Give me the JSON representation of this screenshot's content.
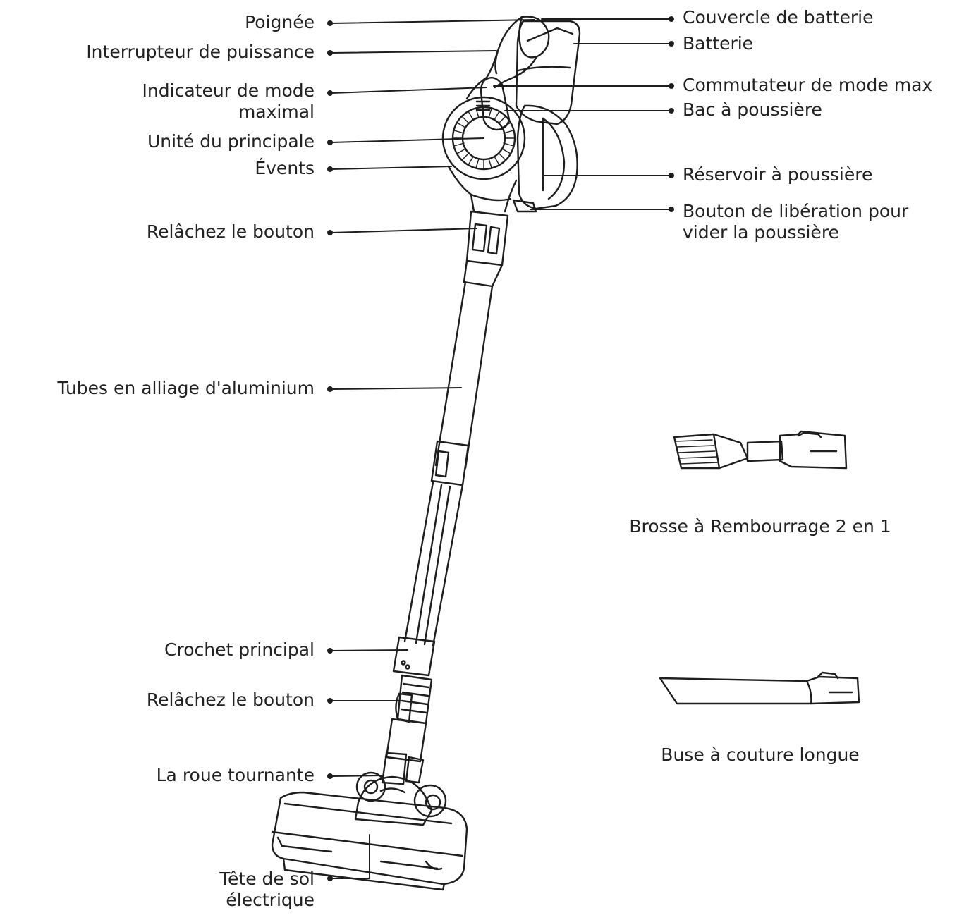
{
  "left_labels": [
    {
      "key": "poignee",
      "text": "Poignée"
    },
    {
      "key": "interrupteur",
      "text": "Interrupteur de puissance"
    },
    {
      "key": "indicateur",
      "text": "Indicateur de mode\nmaximal"
    },
    {
      "key": "unite",
      "text": "Unité du principale"
    },
    {
      "key": "events",
      "text": "Évents"
    },
    {
      "key": "relachez1",
      "text": "Relâchez le bouton"
    },
    {
      "key": "tubes",
      "text": "Tubes en alliage d'aluminium"
    },
    {
      "key": "crochet",
      "text": "Crochet principal"
    },
    {
      "key": "relachez2",
      "text": "Relâchez le bouton"
    },
    {
      "key": "roue",
      "text": "La roue tournante"
    },
    {
      "key": "tete",
      "text": "Tête de sol\nélectrique"
    }
  ],
  "right_labels": [
    {
      "key": "couvercle",
      "text": "Couvercle de batterie"
    },
    {
      "key": "batterie",
      "text": "Batterie"
    },
    {
      "key": "commutateur",
      "text": "Commutateur de mode max"
    },
    {
      "key": "bac",
      "text": "Bac à poussière"
    },
    {
      "key": "reservoir",
      "text": "Réservoir à poussière"
    },
    {
      "key": "bouton_liberation",
      "text": "Bouton de libération pour\nvider la poussière"
    }
  ],
  "accessories": [
    {
      "key": "brosse",
      "text": "Brosse à Rembourrage 2 en 1",
      "icon": "upholstery-brush-icon"
    },
    {
      "key": "buse",
      "text": "Buse à couture longue",
      "icon": "crevice-nozzle-icon"
    }
  ],
  "colors": {
    "line": "#1e1e1e",
    "text": "#222222",
    "background": "#ffffff"
  }
}
